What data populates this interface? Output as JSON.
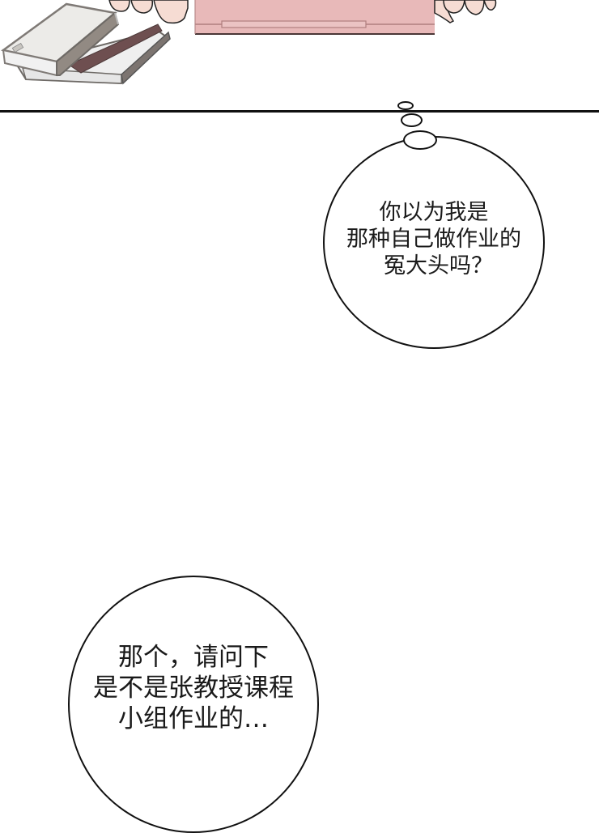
{
  "scene": {
    "background_color": "#ffffff",
    "panel_border_color": "#111111"
  },
  "top_panel": {
    "description": "Close-up of a desk: two stacked hardcover books on the left, a pink laptop/folder held by hands in the center",
    "colors": {
      "laptop_pink": "#e8b9b9",
      "laptop_edge": "#b88a8a",
      "book_cover_light": "#ecebe8",
      "book_spine": "#8f8780",
      "book_lower_cover": "#7a5a5a",
      "skin": "#f6dcd3"
    }
  },
  "thought_bubble": {
    "lines": [
      "你以为我是",
      "那种自己做作业的",
      "冤大头吗？"
    ],
    "type": "thought"
  },
  "speech_bubble": {
    "lines": [
      "那个，请问下",
      "是不是张教授课程",
      "小组作业的…"
    ],
    "type": "speech"
  }
}
